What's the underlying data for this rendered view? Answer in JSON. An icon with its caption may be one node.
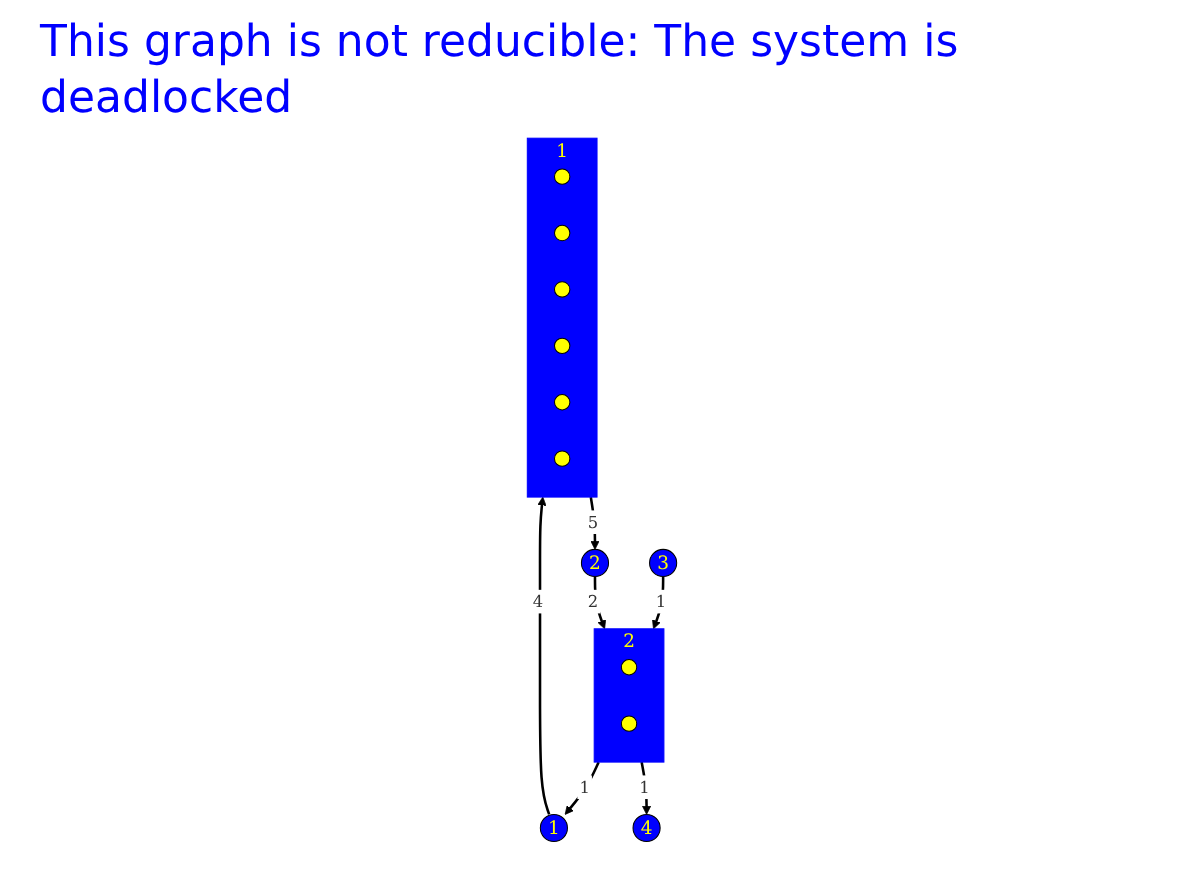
{
  "diagram": {
    "title": "This graph is not reducible: The system is deadlocked",
    "nodes": [
      {
        "text": [
          "3"
        ]
      },
      {
        "text": [
          "2"
        ]
      },
      {
        "text": [
          "1"
        ]
      },
      {
        "text": [
          "2"
        ]
      },
      {
        "text": [],
        "shape": "circle",
        "in": 3
      },
      {
        "text": [],
        "shape": "circle",
        "in": 3
      },
      {
        "text": [
          "1"
        ]
      },
      {
        "text": [],
        "shape": "circle",
        "in": 6
      },
      {
        "text": [],
        "shape": "circle",
        "in": 6
      },
      {
        "text": [],
        "shape": "circle",
        "in": 6
      },
      {
        "text": [],
        "shape": "circle",
        "in": 6
      },
      {
        "text": [],
        "shape": "circle",
        "in": 6
      },
      {
        "text": [],
        "shape": "circle",
        "in": 6
      },
      {
        "text": [
          "4"
        ]
      }
    ],
    "edges": [
      {
        "from": 0,
        "to": 3,
        "arrow": "to",
        "label": "1"
      },
      {
        "from": 1,
        "to": 3,
        "arrow": "to",
        "label": "2"
      },
      {
        "from": 3,
        "to": 2,
        "arrow": "to",
        "label": "1"
      },
      {
        "from": 2,
        "to": 6,
        "arrow": "to",
        "label": "4"
      },
      {
        "from": 6,
        "to": 1,
        "arrow": "to",
        "label": "5"
      },
      {
        "from": 3,
        "to": 13,
        "arrow": "to",
        "label": "1"
      }
    ]
  }
}
